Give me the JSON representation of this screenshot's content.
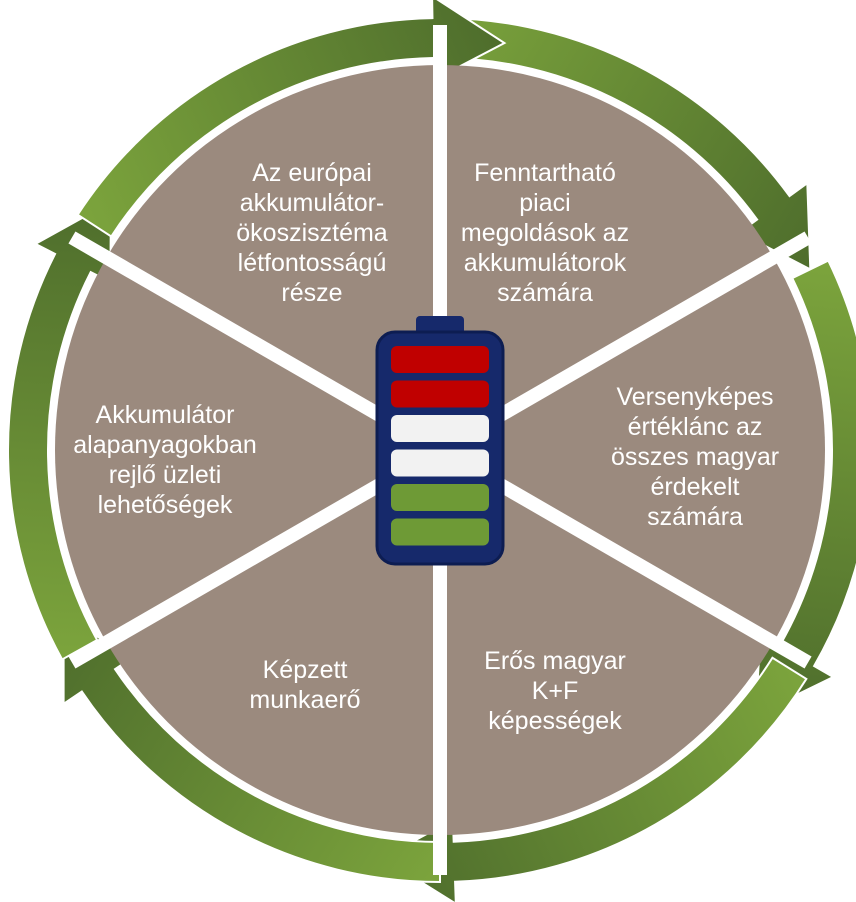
{
  "segments": [
    {
      "id": "top-right",
      "lines": [
        "Fenntartható",
        "piaci",
        "megoldások az",
        "akkumulátorok",
        "számára"
      ]
    },
    {
      "id": "right",
      "lines": [
        "Versenyképes",
        "értéklánc az",
        "összes magyar",
        "érdekelt",
        "számára"
      ]
    },
    {
      "id": "bottom-right",
      "lines": [
        "Erős magyar",
        "K+F",
        "képességek"
      ]
    },
    {
      "id": "bottom-left",
      "lines": [
        "Képzett",
        "munkaerő"
      ]
    },
    {
      "id": "left",
      "lines": [
        "Akkumulátor",
        "alapanyagokban",
        "rejlő üzleti",
        "lehetőségek"
      ]
    },
    {
      "id": "top-left",
      "lines": [
        "Az európai",
        "akkumulátor-",
        "ökoszisztéma",
        "létfontosságú",
        "része"
      ]
    }
  ],
  "battery": {
    "cells": [
      "red",
      "red",
      "white",
      "white",
      "green",
      "green"
    ]
  },
  "colors": {
    "segment_fill": "#9b8a7e",
    "arrow_light": "#7ba33c",
    "arrow_dark": "#4e6d2c",
    "battery_outline": "#16296b",
    "battery_red": "#c00000",
    "battery_white": "#f2f2f2",
    "battery_green": "#6e9a36"
  }
}
